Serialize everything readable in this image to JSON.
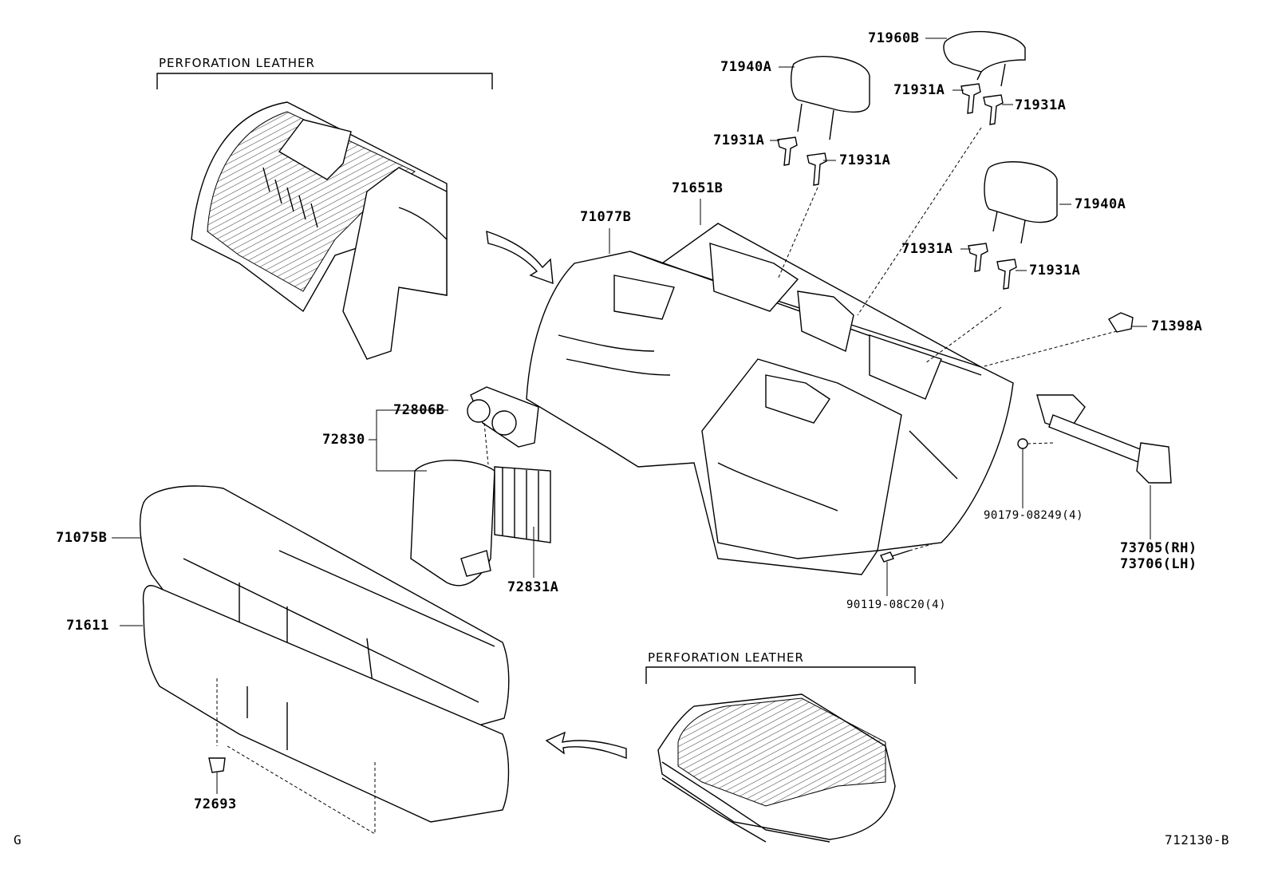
{
  "figure_code": "712130-B",
  "corner_mark": "G",
  "captions": {
    "top_left": "PERFORATION LEATHER",
    "bottom_right": "PERFORATION LEATHER"
  },
  "parts": {
    "p71960B": "71960B",
    "p71940A_top": "71940A",
    "p71940A_right": "71940A",
    "p71931A_1": "71931A",
    "p71931A_2": "71931A",
    "p71931A_3": "71931A",
    "p71931A_4": "71931A",
    "p71931A_5": "71931A",
    "p71931A_6": "71931A",
    "p71651B": "71651B",
    "p71077B": "71077B",
    "p71398A": "71398A",
    "p72806B": "72806B",
    "p72830": "72830",
    "p72831A": "72831A",
    "p71075B": "71075B",
    "p71611": "71611",
    "p72693": "72693",
    "p90179": "90179-08249(4)",
    "p90119": "90119-08C20(4)",
    "p73705": "73705(RH)",
    "p73706": "73706(LH)"
  }
}
